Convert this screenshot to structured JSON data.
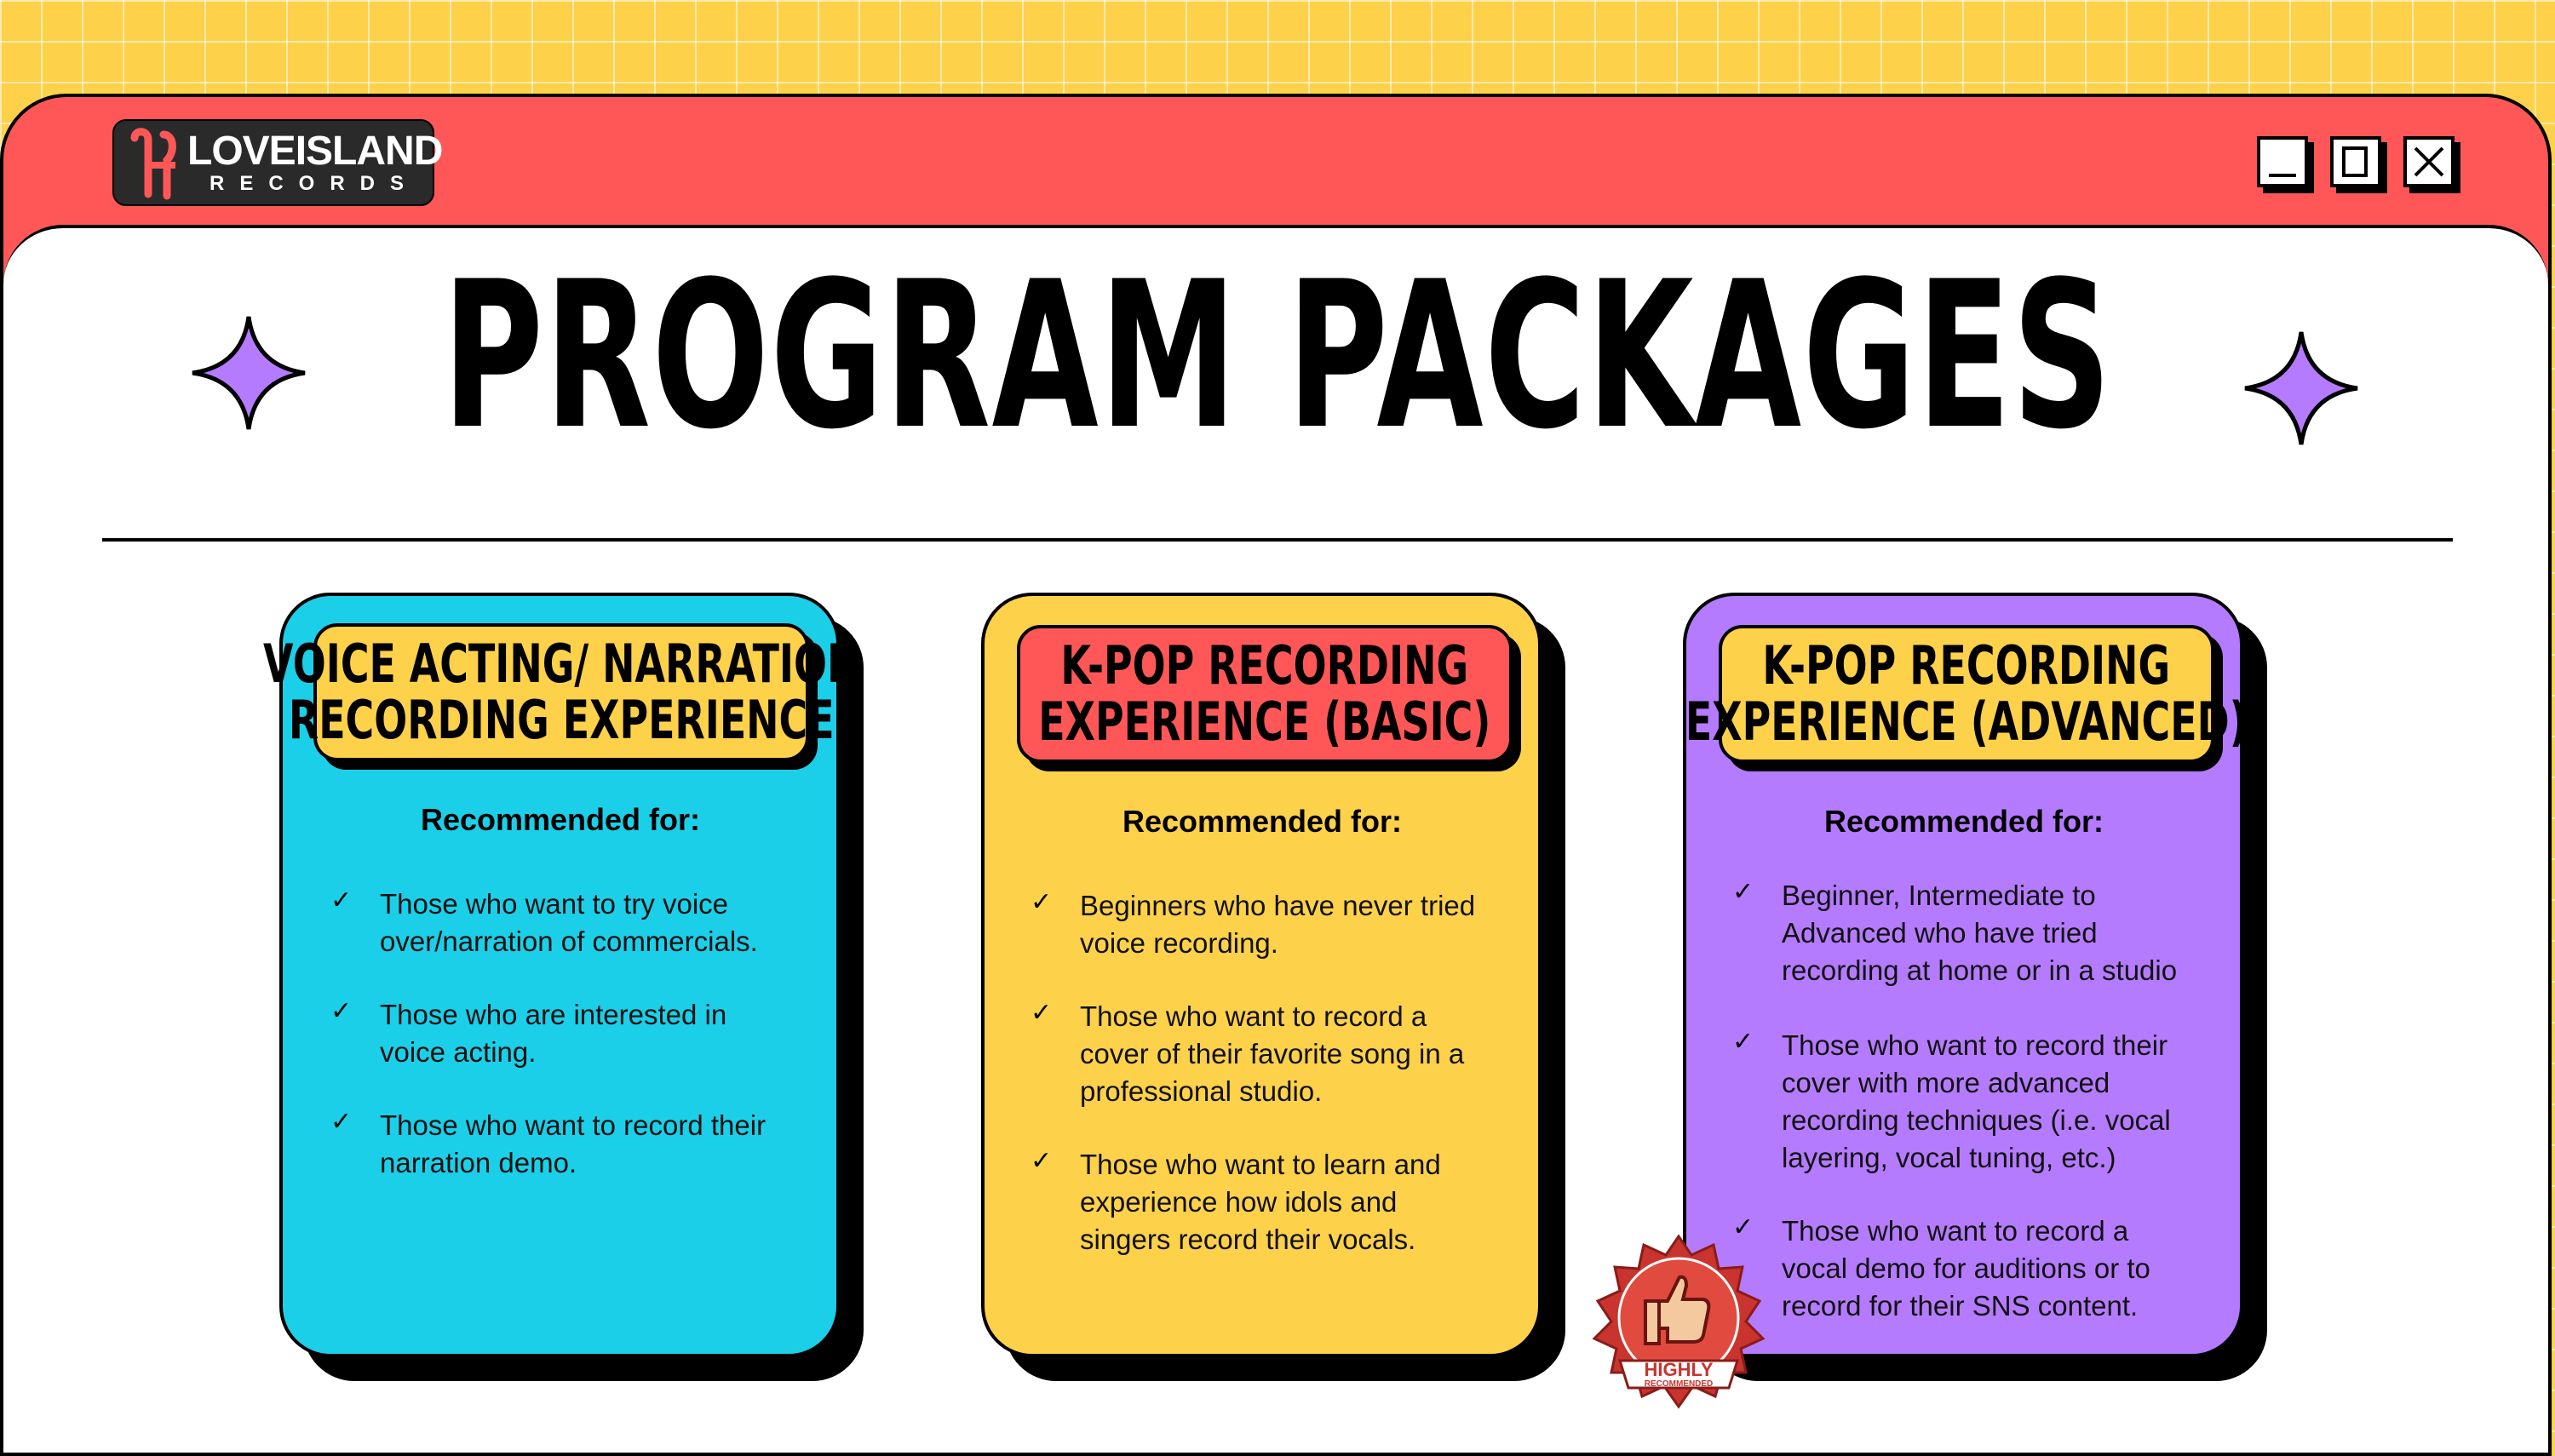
{
  "brand": {
    "logo_main": "LOVEISLAND",
    "logo_sub": "RECORDS"
  },
  "window_controls": [
    "minimize-icon",
    "maximize-icon",
    "close-icon"
  ],
  "page_title": "PROGRAM PACKAGES",
  "colors": {
    "coral": "#ff5757",
    "cyan": "#1ccfe8",
    "yellow": "#fdd14a",
    "purple": "#b57bff",
    "sparkle": "#b57bff"
  },
  "packages": [
    {
      "title_line1": "VOICE ACTING/ NARRATION",
      "title_line2": "RECORDING EXPERIENCE",
      "recommended_label": "Recommended for:",
      "items": [
        {
          "line1": "Those who want to try voice",
          "line2": "over/narration of commercials.",
          "line3": ""
        },
        {
          "line1": "Those who are interested in",
          "line2": "voice acting.",
          "line3": ""
        },
        {
          "line1": "Those who want to record their",
          "line2": "narration demo.",
          "line3": ""
        }
      ]
    },
    {
      "title_line1": "K-POP RECORDING",
      "title_line2": "EXPERIENCE (BASIC)",
      "recommended_label": "Recommended for:",
      "items": [
        {
          "line1": "Beginners who have never tried",
          "line2": "voice recording.",
          "line3": ""
        },
        {
          "line1": "Those who want to record a",
          "line2": "cover of their favorite song in a",
          "line3": "professional studio."
        },
        {
          "line1": "Those who want to learn and",
          "line2": "experience how idols and",
          "line3": "singers record their vocals."
        }
      ]
    },
    {
      "title_line1": "K-POP RECORDING",
      "title_line2": "EXPERIENCE (ADVANCED)",
      "recommended_label": "Recommended for:",
      "items": [
        {
          "line1": "Beginner, Intermediate to",
          "line2": "Advanced who have tried",
          "line3": "recording at home or in a studio",
          "line4": ""
        },
        {
          "line1": "Those who want to record their",
          "line2": "cover with more advanced",
          "line3": "recording techniques (i.e. vocal",
          "line4": "layering, vocal tuning, etc.)"
        },
        {
          "line1": "Those who want to record a",
          "line2": "vocal demo for auditions or to",
          "line3": "record for their SNS content.",
          "line4": ""
        }
      ]
    }
  ],
  "badge": {
    "line1": "HIGHLY",
    "line2": "RECOMMENDED"
  }
}
